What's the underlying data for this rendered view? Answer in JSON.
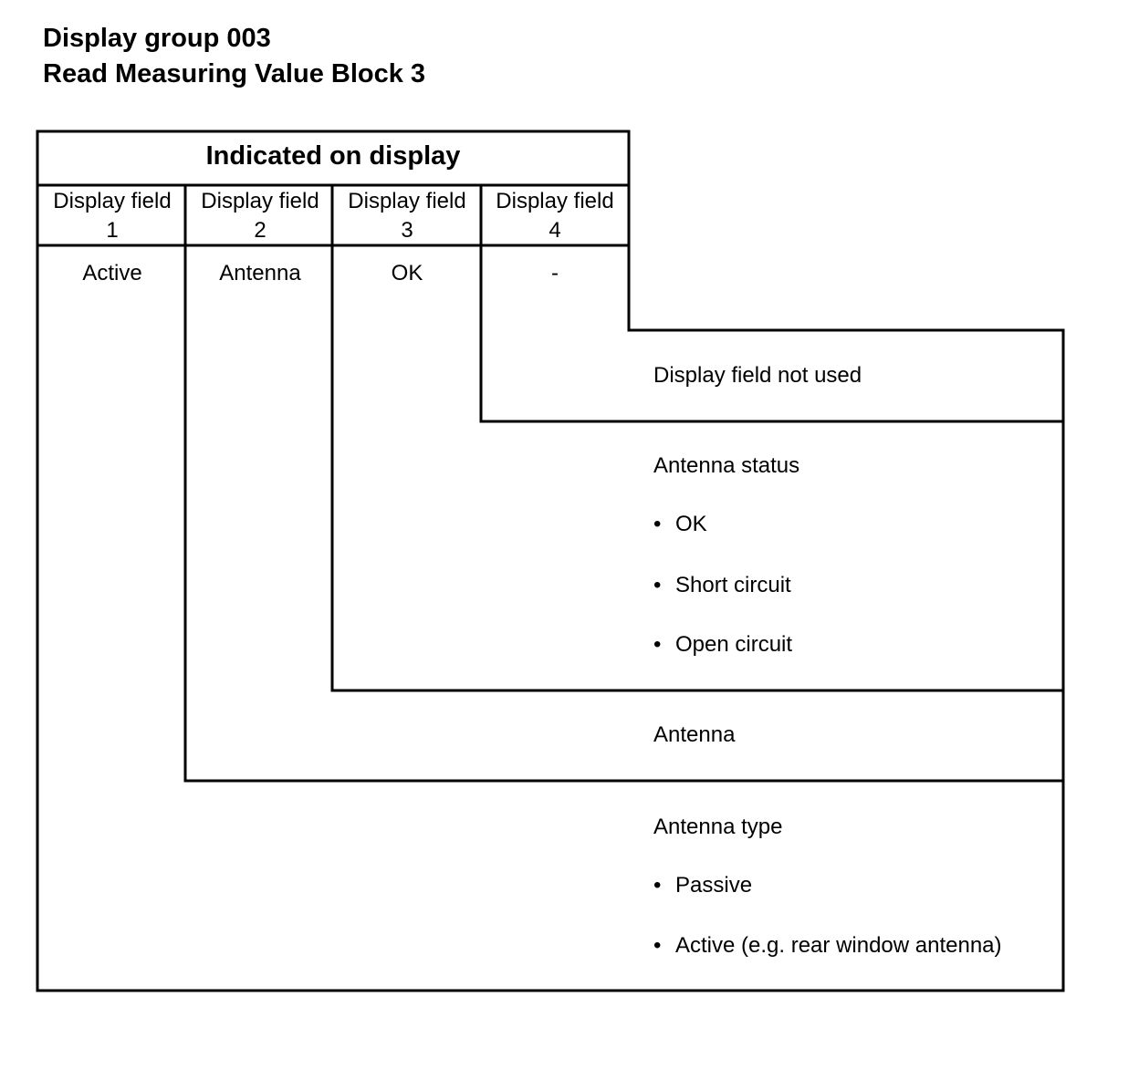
{
  "title": {
    "line1": "Display group 003",
    "line2": "Read Measuring Value Block 3"
  },
  "table": {
    "header": "Indicated on display",
    "fields": [
      {
        "line1": "Display field",
        "line2": "1",
        "value": "Active"
      },
      {
        "line1": "Display field",
        "line2": "2",
        "value": "Antenna"
      },
      {
        "line1": "Display field",
        "line2": "3",
        "value": "OK"
      },
      {
        "line1": "Display field",
        "line2": "4",
        "value": "-"
      }
    ]
  },
  "descriptions": {
    "field4": {
      "label": "Display field not used"
    },
    "field3": {
      "label": "Antenna status",
      "bullets": [
        "OK",
        "Short circuit",
        "Open circuit"
      ]
    },
    "field2": {
      "label": "Antenna"
    },
    "field1": {
      "label": "Antenna type",
      "bullets": [
        "Passive",
        "Active (e.g. rear window antenna)"
      ]
    },
    "bullet_symbol": "•"
  }
}
